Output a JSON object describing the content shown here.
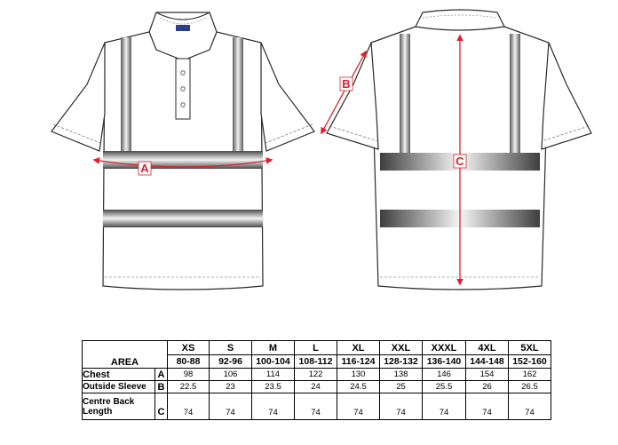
{
  "diagram": {
    "labels": {
      "a": "A",
      "b": "B",
      "c": "C"
    },
    "colors": {
      "measure": "#d9232e",
      "outline": "#2a2a2a",
      "reflective": "#8c8c8c"
    }
  },
  "table": {
    "area_label": "AREA",
    "sizes": [
      "XS",
      "S",
      "M",
      "L",
      "XL",
      "XXL",
      "XXXL",
      "4XL",
      "5XL"
    ],
    "ranges": [
      "80-88",
      "92-96",
      "100-104",
      "108-112",
      "116-124",
      "128-132",
      "136-140",
      "144-148",
      "152-160"
    ],
    "rows": [
      {
        "name": "Chest",
        "code": "A",
        "values": [
          "98",
          "106",
          "114",
          "122",
          "130",
          "138",
          "146",
          "154",
          "162"
        ]
      },
      {
        "name": "Outside Sleeve",
        "code": "B",
        "values": [
          "22.5",
          "23",
          "23.5",
          "24",
          "24.5",
          "25",
          "25.5",
          "26",
          "26.5"
        ]
      },
      {
        "name_line1": "Centre Back",
        "name_line2": "Length",
        "code": "C",
        "values": [
          "74",
          "74",
          "74",
          "74",
          "74",
          "74",
          "74",
          "74",
          "74"
        ]
      }
    ]
  }
}
